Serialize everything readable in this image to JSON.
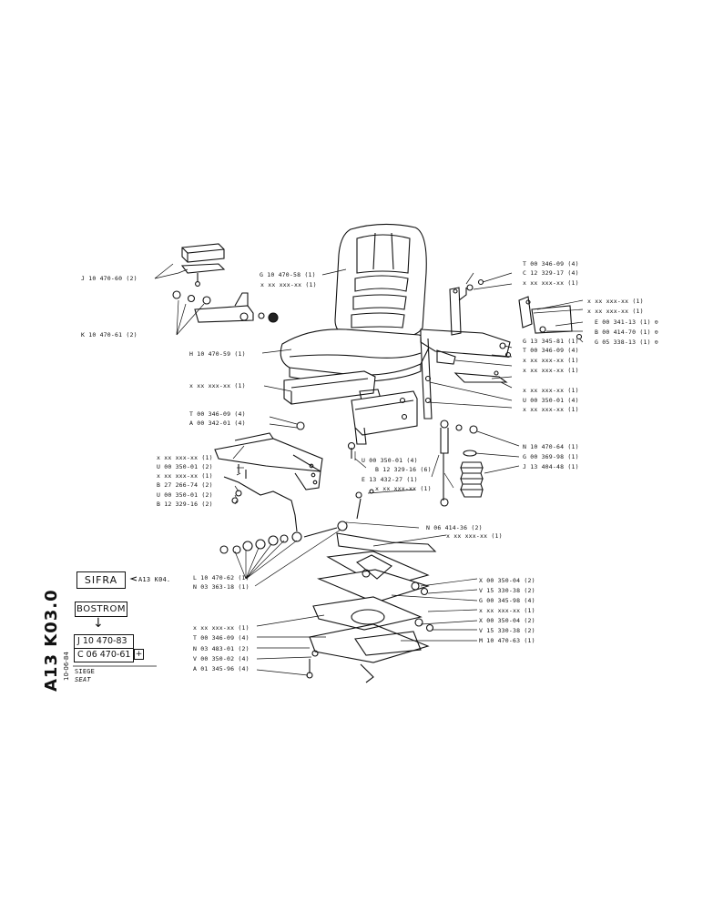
{
  "labels": {
    "j_armrest_set": "J 10 470-60 (2)",
    "g_backrest": "G 10 470-58 (1)",
    "x_back": "x xx xxx-xx (1)",
    "k_arm_bracket": "K 10 470-61 (2)",
    "h_cushion": "H 10 470-59 (1)",
    "x_rail": "x xx xxx-xx (1)",
    "t1": "T 00 346-09 (4)",
    "c1": "C 12 329-17 (4)",
    "x_r1": "x xx xxx-xx (1)",
    "x_r2": "x xx xxx-xx (1)",
    "x_r3": "x xx xxx-xx (1)",
    "e1": "E 00 341-13 (1) ⊖",
    "b1": "B 00 414-70 (1) ⊖",
    "g2": "G 05 338-13 (1) ⊖",
    "g3": "G 13 345-81 (1)",
    "t2": "T 00 346-09 (4)",
    "x_r4": "x xx xxx-xx (1)",
    "x_r5": "x xx xxx-xx (1)",
    "x_r6": "x xx xxx-xx (1)",
    "u1": "U 00 350-01 (4)",
    "x_r7": "x xx xxx-xx (1)",
    "t3": "T 00 346-09 (4)",
    "a1": "A 00 342-01 (4)",
    "u2": "U 00 350-01 (4)",
    "b2": "B 12 329-16 (6)",
    "e2": "E 13 432-27 (1)",
    "x_mid": "x xx xxx-xx (1)",
    "n1": "N 10 470-64 (1)",
    "g4": "G 00 369-98 (1)",
    "j2": "J 13 404-48 (1)",
    "x_l1": "x xx xxx-xx (1)",
    "u3": "U 00 350-01 (2)",
    "x_l2": "x xx xxx-xx (1)",
    "b3": "B 27 266-74 (2)",
    "u4": "U 00 350-01 (2)",
    "b4": "B 12 329-16 (2)",
    "n2": "N 06 414-36 (2)",
    "x_n": "x xx xxx-xx (1)",
    "l1": "L 10 470-62 (1)",
    "n3": "N 03 363-18 (1)",
    "x_b1": "X 00 350-04 (2)",
    "v1": "V 15 330-38 (2)",
    "g5": "G 00 345-98 (4)",
    "x_b2": "x xx xxx-xx (1)",
    "x_b3": "X 00 350-04 (2)",
    "v2": "V 15 330-38 (2)",
    "m1": "M 10 470-63 (1)",
    "x_low": "x xx xxx-xx (1)",
    "t4": "T 00 346-09 (4)",
    "n4": "N 03 483-01 (2)",
    "v3": "V 00 350-02 (4)",
    "a2": "A 01 345-96 (4)"
  },
  "sifra": {
    "brand": "SIFRA",
    "ref": "A13 K04."
  },
  "bostrom": {
    "brand": "BOSTROM",
    "arrow": "↓",
    "code1": "J 10 470-83",
    "code2": "C 06 470-61",
    "mark": "+"
  },
  "caption": {
    "fr": "SIEGE",
    "en": "SEAT"
  },
  "page_code": "A13  K03.0",
  "page_date": "10-06-84"
}
